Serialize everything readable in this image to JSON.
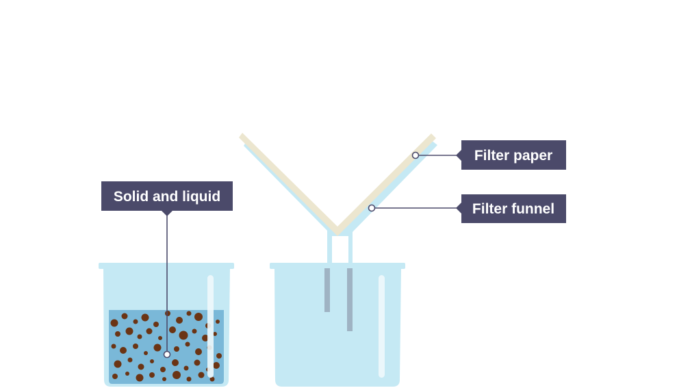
{
  "labels": {
    "mixture": "Solid and liquid",
    "paper": "Filter paper",
    "funnel": "Filter funnel"
  },
  "colors": {
    "label_bg": "#4b4a6a",
    "label_text": "#ffffff",
    "glass": "#c5e9f4",
    "liquid": "#7ab8d8",
    "paper": "#ece6cf",
    "particles": "#6b3414",
    "leader_line": "#4b4a6a"
  },
  "icons": [
    "beaker-icon",
    "filter-funnel-icon",
    "filter-paper-icon"
  ]
}
